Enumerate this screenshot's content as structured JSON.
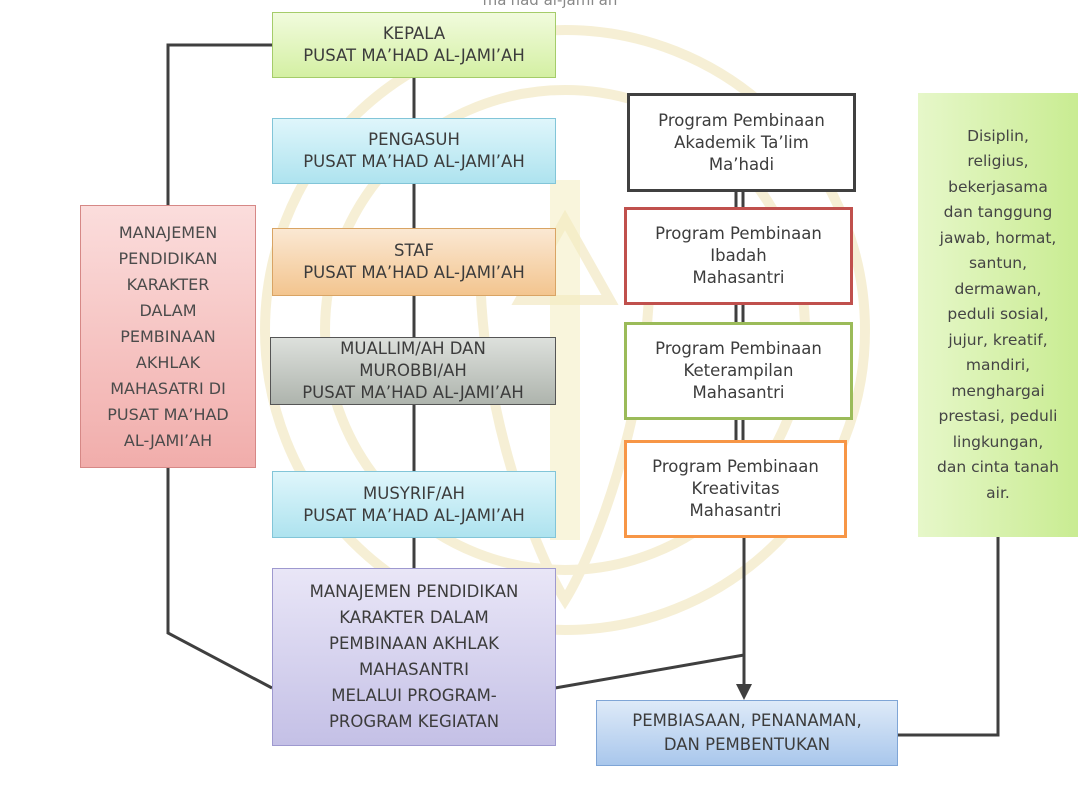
{
  "top_title": "ma'had al-jami'ah",
  "hierarchy": {
    "kepala": [
      "KEPALA",
      "PUSAT MA’HAD AL-JAMI’AH"
    ],
    "pengasuh": [
      "PENGASUH",
      "PUSAT MA’HAD AL-JAMI’AH"
    ],
    "staf": [
      "STAF",
      "PUSAT MA’HAD AL-JAMI’AH"
    ],
    "muallim": [
      "MUALLIM/AH DAN",
      "MUROBBI/AH",
      "PUSAT MA’HAD AL-JAMI’AH"
    ],
    "musyrif": [
      "MUSYRIF/AH",
      "PUSAT MA’HAD AL-JAMI’AH"
    ],
    "manajemen_program": [
      "MANAJEMEN PENDIDIKAN",
      "KARAKTER DALAM",
      "PEMBINAAN AKHLAK",
      "MAHASANTRI",
      "MELALUI PROGRAM-",
      "PROGRAM KEGIATAN"
    ]
  },
  "left_box": [
    "MANAJEMEN",
    "PENDIDIKAN",
    "KARAKTER",
    "DALAM",
    "PEMBINAAN",
    "AKHLAK",
    "MAHASATRI DI",
    "PUSAT MA’HAD",
    "AL-JAMI’AH"
  ],
  "programs": [
    [
      "Program Pembinaan",
      "Akademik Ta’lim",
      "Ma’hadi"
    ],
    [
      "Program Pembinaan",
      "Ibadah",
      "Mahasantri"
    ],
    [
      "Program Pembinaan",
      "Keterampilan",
      "Mahasantri"
    ],
    [
      "Program Pembinaan",
      "Kreativitas",
      "Mahasantri"
    ]
  ],
  "outcome": [
    "PEMBIASAAN, PENANAMAN,",
    "DAN PEMBENTUKAN"
  ],
  "values_box": [
    "Disiplin,",
    "religius,",
    "bekerjasama",
    "dan tanggung",
    "jawab, hormat,",
    "santun,",
    "dermawan,",
    "peduli sosial,",
    "jujur, kreatif,",
    "mandiri,",
    "menghargai",
    "prestasi, peduli",
    "lingkungan,",
    "dan cinta tanah",
    "air."
  ],
  "colors": {
    "connector": "#3f3f3f",
    "kepala": "#d4f0a3",
    "pengasuh": "#aee3ef",
    "staf": "#f3c58f",
    "muallim": "#aeb4ad",
    "manajemen_program": "#c4c0e6",
    "left_box": "#f1adab",
    "outcome": "#a9c7ec",
    "values_box": "#c9ec92",
    "program_borders": [
      "#404040",
      "#c0504d",
      "#9bbb59",
      "#f79646"
    ]
  }
}
